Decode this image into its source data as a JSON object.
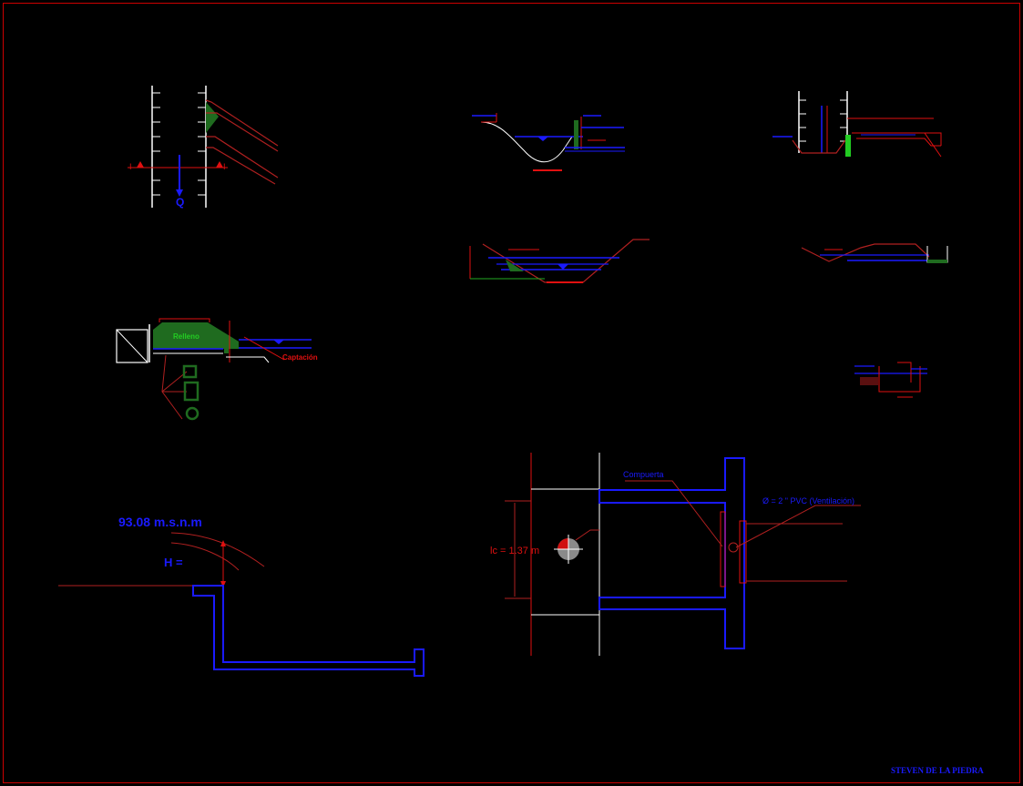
{
  "drawing": {
    "colors": {
      "background": "#000000",
      "frame": "#cc0000",
      "red": "#e01010",
      "blue": "#1a1aff",
      "white": "#ffffff",
      "green": "#1f6b1f",
      "brightgreen": "#22cc22",
      "darkred": "#8a1a1a",
      "gray": "#888888"
    },
    "labels": {
      "section_left": "I",
      "section_right": "I",
      "flow_q": "Q",
      "relleno": "Relleno",
      "captacion": "Captación",
      "elevation": "93.08 m.s.n.m",
      "h_eq": "H =",
      "compuerta": "Compuerta",
      "pvc": "Ø = 2 \" PVC (Ventilación)",
      "lc": "lc = 1.37 m",
      "author": "STEVEN DE LA PIEDRA"
    }
  }
}
